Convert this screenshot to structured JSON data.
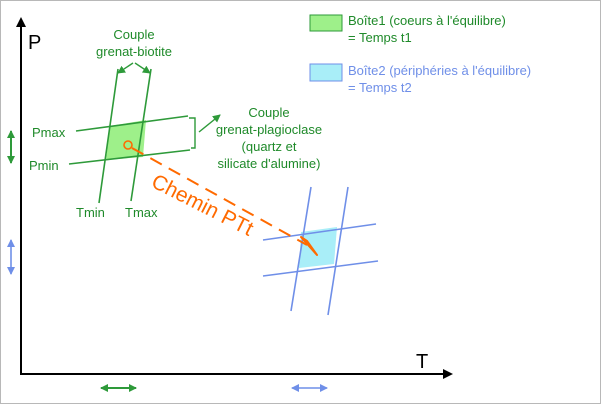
{
  "axes": {
    "y_label": "P",
    "x_label": "T"
  },
  "legend": {
    "box1": {
      "line1": "Boîte1 (coeurs à l'équilibre)",
      "line2": "= Temps t1"
    },
    "box2": {
      "line1": "Boîte2 (périphéries à l'équilibre)",
      "line2": "= Temps t2"
    }
  },
  "annotations": {
    "couple1": {
      "line1": "Couple",
      "line2": "grenat-biotite"
    },
    "couple2": {
      "line1": "Couple",
      "line2": "grenat-plagioclase",
      "line3": "(quartz et",
      "line4": "silicate d'alumine)"
    },
    "pmax": "Pmax",
    "pmin": "Pmin",
    "tmin": "Tmin",
    "tmax": "Tmax",
    "path": "Chemin PTt"
  },
  "colors": {
    "axis": "#000000",
    "green": "#2e9a3a",
    "green_fill": "#9ef08a",
    "blue": "#6f8fe8",
    "blue_fill": "#a9eef8",
    "orange": "#ff6a00",
    "text_green": "#1f8a2a",
    "text_blue": "#6f8fe8"
  }
}
